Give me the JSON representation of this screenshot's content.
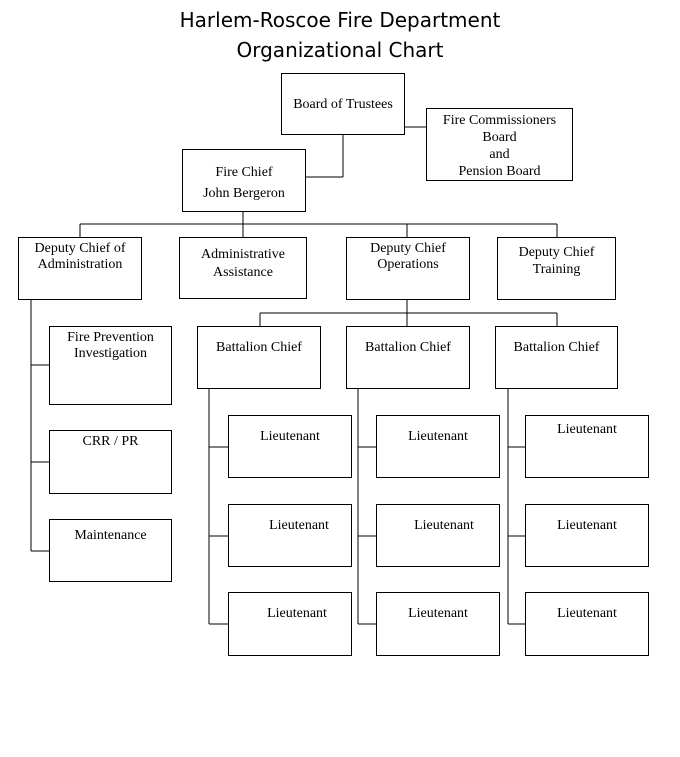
{
  "title": {
    "line1": "Harlem-Roscoe Fire Department",
    "line2": "Organizational Chart"
  },
  "nodes": {
    "board_of_trustees": "Board of Trustees",
    "fire_commissioners": "Fire Commissioners\nBoard\nand\nPension Board",
    "fire_chief": "Fire Chief\nJohn Bergeron",
    "deputy_admin": "Deputy Chief of\nAdministration",
    "admin_assistance": "Administrative\nAssistance",
    "deputy_operations": "Deputy Chief\nOperations",
    "deputy_training": "Deputy Chief\nTraining",
    "fire_prevention": "Fire Prevention\nInvestigation",
    "crr_pr": "CRR / PR",
    "maintenance": "Maintenance",
    "battalion_1": "Battalion Chief",
    "battalion_2": "Battalion Chief",
    "battalion_3": "Battalion Chief",
    "lt_1_1": "Lieutenant",
    "lt_1_2": "Lieutenant",
    "lt_1_3": "Lieutenant",
    "lt_2_1": "Lieutenant",
    "lt_2_2": "Lieutenant",
    "lt_2_3": "Lieutenant",
    "lt_3_1": "Lieutenant",
    "lt_3_2": "Lieutenant",
    "lt_3_3": "Lieutenant"
  }
}
